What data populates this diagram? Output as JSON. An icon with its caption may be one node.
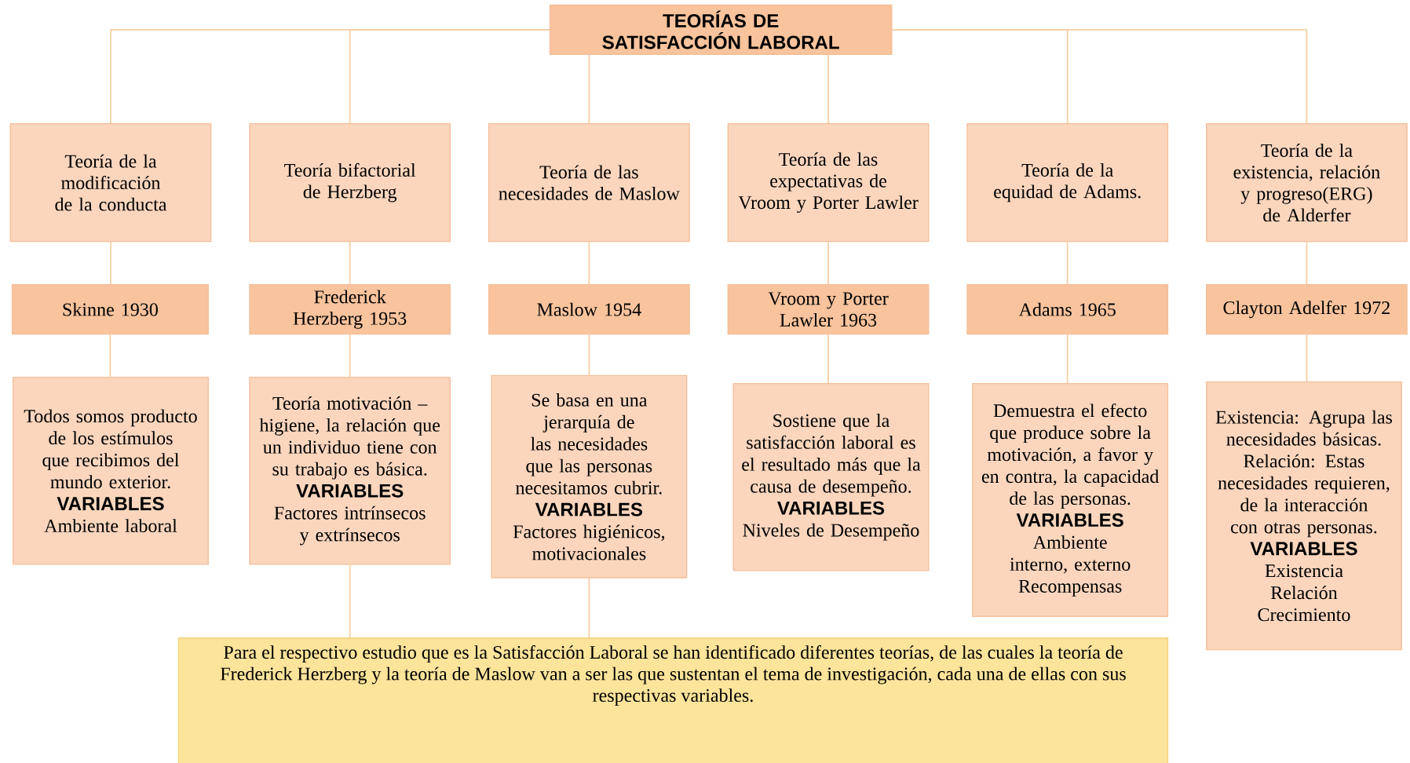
{
  "diagram": {
    "nodes": [
      {
        "text": [
          "TEORÍAS DE SATISFACCIÓN LABORAL"
        ]
      },
      {
        "text": [
          "Teoría de la modificación de la conducta"
        ]
      },
      {
        "text": [
          "Teoría bifactorial de Herzberg"
        ]
      },
      {
        "text": [
          "Teoría de las necesidades de Maslow"
        ]
      },
      {
        "text": [
          "Teoría de las expectativas de Vroom y Porter Lawler"
        ]
      },
      {
        "text": [
          "Teoría de la equidad de Adams."
        ]
      },
      {
        "text": [
          "Teoría de la existencia, relación y progreso(ERG) de Alderfer"
        ]
      },
      {
        "text": [
          "Skinne 1930"
        ]
      },
      {
        "text": [
          "Frederick Herzberg 1953"
        ]
      },
      {
        "text": [
          "Maslow 1954"
        ]
      },
      {
        "text": [
          "Vroom y Porter Lawler 1963"
        ]
      },
      {
        "text": [
          "Adams 1965"
        ]
      },
      {
        "text": [
          "Clayton Adelfer 1972"
        ]
      },
      {
        "text": [
          "Todos somos producto de los estímulos que recibimos del mundo exterior.",
          "VARIABLES",
          "Ambiente laboral"
        ]
      },
      {
        "text": [
          "Teoría motivación – higiene, la relación que un individuo tiene con su trabajo es básica.",
          "VARIABLES",
          "Factores intrínsecos y extrínsecos"
        ]
      },
      {
        "text": [
          "Se basa en una jerarquía de las necesidades que las personas necesitamos cubrir.",
          "VARIABLES",
          "Factores higiénicos, motivacionales"
        ]
      },
      {
        "text": [
          "Sostiene que la satisfacción laboral es el resultado más que la causa de desempeño.",
          "VARIABLES",
          "Niveles de Desempeño"
        ]
      },
      {
        "text": [
          "Demuestra el efecto que produce sobre la motivación, a favor y en contra, la capacidad de las personas.",
          "VARIABLES",
          "Ambiente interno, externo",
          "Recompensas"
        ]
      },
      {
        "text": [
          "Existencia: Agrupa las necesidades básicas.",
          "Relación: Estas necesidades requieren, de la interacción con otras personas.",
          "VARIABLES",
          "Existencia",
          "Relación",
          "Crecimiento"
        ]
      },
      {
        "text": [
          "Para el respectivo estudio que es la Satisfacción Laboral se han identificado diferentes teorías, de las cuales la teoría de Frederick Herzberg y la teoría de Maslow van a ser las que sustentan el tema de investigación, cada una de ellas con sus respectivas variables."
        ]
      }
    ],
    "edges": [
      {
        "from": 0,
        "to": 1,
        "arrow": "none"
      },
      {
        "from": 0,
        "to": 2,
        "arrow": "none"
      },
      {
        "from": 0,
        "to": 3,
        "arrow": "none"
      },
      {
        "from": 0,
        "to": 4,
        "arrow": "none"
      },
      {
        "from": 0,
        "to": 5,
        "arrow": "none"
      },
      {
        "from": 0,
        "to": 6,
        "arrow": "none"
      },
      {
        "from": 1,
        "to": 7,
        "arrow": "none"
      },
      {
        "from": 2,
        "to": 8,
        "arrow": "none"
      },
      {
        "from": 3,
        "to": 9,
        "arrow": "none"
      },
      {
        "from": 4,
        "to": 10,
        "arrow": "none"
      },
      {
        "from": 5,
        "to": 11,
        "arrow": "none"
      },
      {
        "from": 6,
        "to": 12,
        "arrow": "none"
      },
      {
        "from": 7,
        "to": 13,
        "arrow": "none"
      },
      {
        "from": 8,
        "to": 14,
        "arrow": "none"
      },
      {
        "from": 9,
        "to": 15,
        "arrow": "none"
      },
      {
        "from": 10,
        "to": 16,
        "arrow": "none"
      },
      {
        "from": 11,
        "to": 17,
        "arrow": "none"
      },
      {
        "from": 12,
        "to": 18,
        "arrow": "none"
      },
      {
        "from": 14,
        "to": 19,
        "arrow": "none"
      },
      {
        "from": 15,
        "to": 19,
        "arrow": "none"
      }
    ]
  }
}
